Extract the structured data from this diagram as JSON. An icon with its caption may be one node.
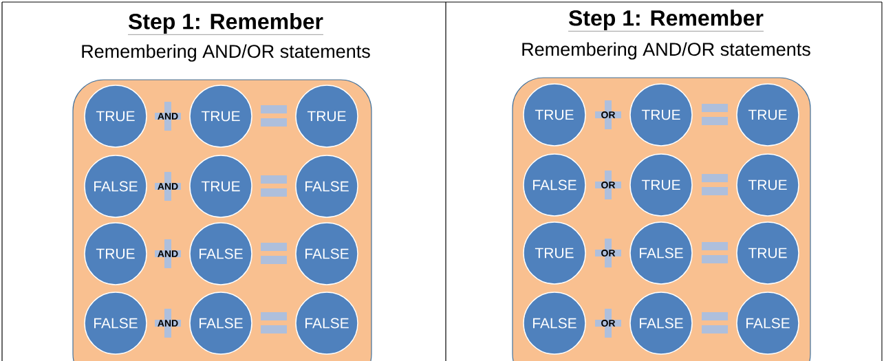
{
  "diagram": {
    "nodes": [
      {
        "text": [],
        "shape": "box"
      },
      {
        "text": [
          "TRUE"
        ],
        "in": 0
      },
      {
        "text": [
          "AND"
        ],
        "in": 0
      },
      {
        "text": [
          "TRUE"
        ],
        "in": 0
      },
      {
        "text": [
          "TRUE"
        ],
        "in": 0
      },
      {
        "text": [
          "FALSE"
        ],
        "in": 0
      },
      {
        "text": [
          "AND"
        ],
        "in": 0
      },
      {
        "text": [
          "TRUE"
        ],
        "in": 0
      },
      {
        "text": [
          "FALSE"
        ],
        "in": 0
      },
      {
        "text": [
          "TRUE"
        ],
        "in": 0
      },
      {
        "text": [
          "AND"
        ],
        "in": 0
      },
      {
        "text": [
          "FALSE"
        ],
        "in": 0
      },
      {
        "text": [
          "FALSE"
        ],
        "in": 0
      },
      {
        "text": [
          "FALSE"
        ],
        "in": 0
      },
      {
        "text": [
          "AND"
        ],
        "in": 0
      },
      {
        "text": [
          "FALSE"
        ],
        "in": 0
      },
      {
        "text": [
          "FALSE"
        ],
        "in": 0
      },
      {
        "text": [],
        "shape": "box"
      },
      {
        "text": [
          "TRUE"
        ],
        "in": 17
      },
      {
        "text": [
          "OR"
        ],
        "in": 17
      },
      {
        "text": [
          "TRUE"
        ],
        "in": 17
      },
      {
        "text": [
          "TRUE"
        ],
        "in": 17
      },
      {
        "text": [
          "FALSE"
        ],
        "in": 17
      },
      {
        "text": [
          "OR"
        ],
        "in": 17
      },
      {
        "text": [
          "TRUE"
        ],
        "in": 17
      },
      {
        "text": [
          "TRUE"
        ],
        "in": 17
      },
      {
        "text": [
          "TRUE"
        ],
        "in": 17
      },
      {
        "text": [
          "OR"
        ],
        "in": 17
      },
      {
        "text": [
          "FALSE"
        ],
        "in": 17
      },
      {
        "text": [
          "TRUE"
        ],
        "in": 17
      },
      {
        "text": [
          "FALSE"
        ],
        "in": 17
      },
      {
        "text": [
          "OR"
        ],
        "in": 17
      },
      {
        "text": [
          "FALSE"
        ],
        "in": 17
      },
      {
        "text": [
          "FALSE"
        ],
        "in": 17
      }
    ],
    "labels": [
      "Step 1: Remember",
      "Remembering AND/OR statements",
      "Step 1: Remember",
      "Remembering AND/OR statements"
    ]
  }
}
